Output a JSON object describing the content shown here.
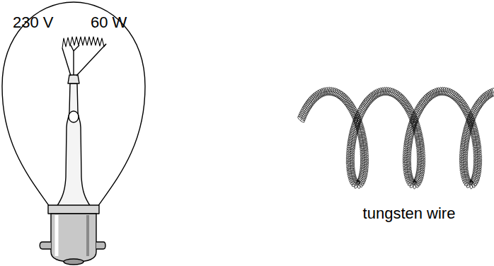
{
  "diagram": {
    "labels": [
      "230 V",
      "60 W",
      "tungsten wire"
    ]
  }
}
